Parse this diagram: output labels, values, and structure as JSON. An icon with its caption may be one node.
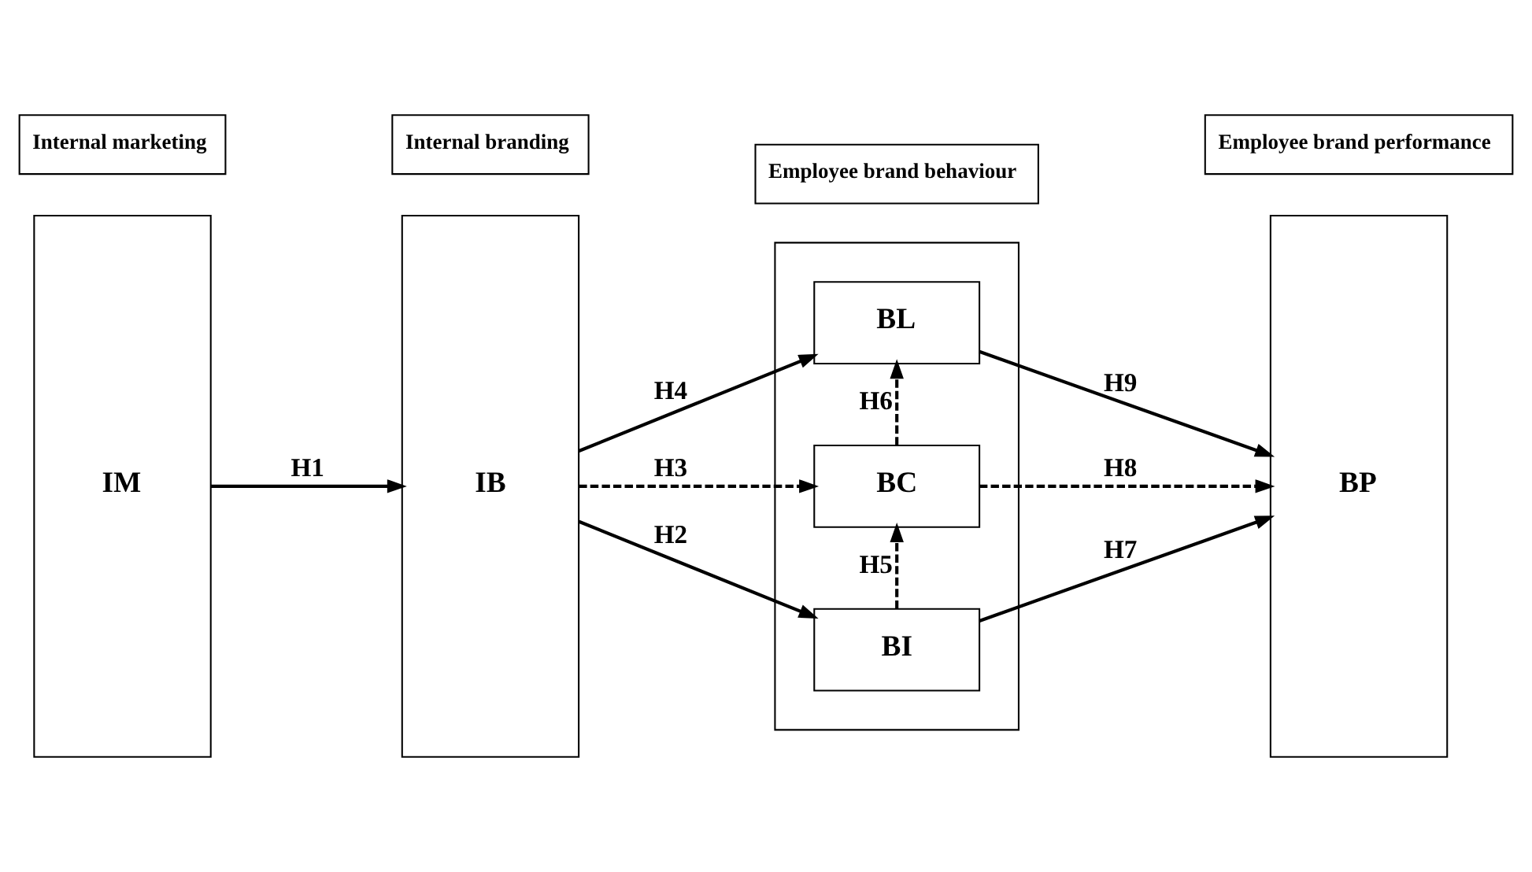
{
  "diagram": {
    "nodes": [
      {
        "text": [
          "Internal marketing"
        ]
      },
      {
        "text": [
          "Internal branding"
        ]
      },
      {
        "text": [
          "Employee brand behaviour"
        ]
      },
      {
        "text": [
          "Employee brand performance"
        ]
      },
      {
        "text": [
          "IM"
        ]
      },
      {
        "text": [
          "IB"
        ]
      },
      {
        "text": [],
        "shape": "box"
      },
      {
        "text": [
          "BL"
        ],
        "in": 6
      },
      {
        "text": [
          "BC"
        ],
        "in": 6
      },
      {
        "text": [
          "BI"
        ],
        "in": 6
      },
      {
        "text": [
          "BP"
        ]
      }
    ],
    "edges": [
      {
        "from": 4,
        "to": 5,
        "arrow": "to",
        "label": "H1"
      },
      {
        "from": 5,
        "to": 7,
        "arrow": "to",
        "label": "H4"
      },
      {
        "from": 5,
        "to": 8,
        "arrow": "to",
        "label": "H3",
        "style": "dashed"
      },
      {
        "from": 5,
        "to": 9,
        "arrow": "to",
        "label": "H2"
      },
      {
        "from": 9,
        "to": 8,
        "arrow": "to",
        "label": "H5",
        "style": "dashed"
      },
      {
        "from": 8,
        "to": 7,
        "arrow": "to",
        "label": "H6",
        "style": "dashed"
      },
      {
        "from": 7,
        "to": 10,
        "arrow": "to",
        "label": "H9"
      },
      {
        "from": 8,
        "to": 10,
        "arrow": "to",
        "label": "H8",
        "style": "dashed"
      },
      {
        "from": 9,
        "to": 10,
        "arrow": "to",
        "label": "H7"
      }
    ]
  }
}
